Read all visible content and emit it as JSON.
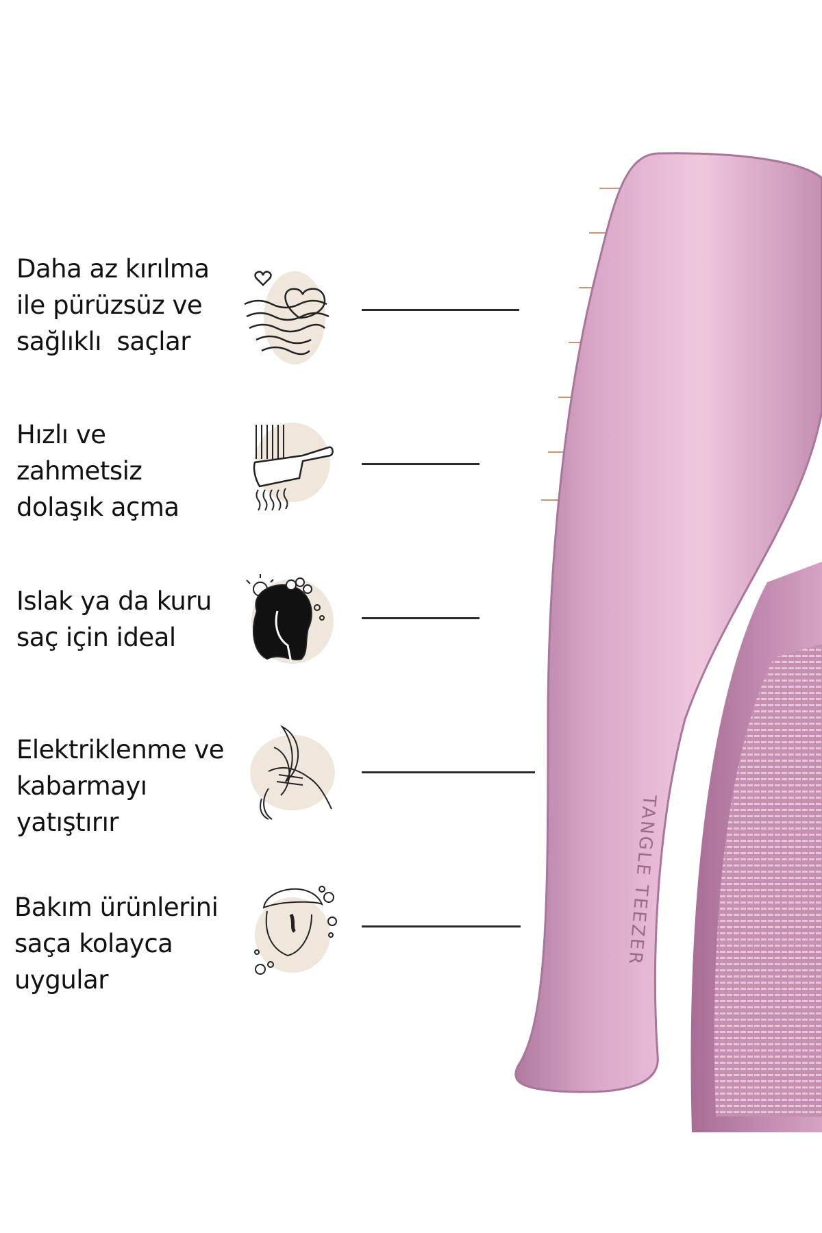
{
  "features": [
    {
      "lines": [
        "Daha az kırılma",
        "ile pürüzsüz ve",
        "sağlıklı  saçlar"
      ],
      "icon": "heart-waves-icon"
    },
    {
      "lines": [
        "Hızlı ve",
        "zahmetsiz",
        "dolaşık açma"
      ],
      "icon": "brush-detangle-icon"
    },
    {
      "lines": [
        "Islak ya da kuru",
        "saç için ideal"
      ],
      "icon": "wet-hair-woman-icon"
    },
    {
      "lines": [
        "Elektriklenme ve",
        "kabarmayı",
        "yatıştırır"
      ],
      "icon": "hand-hair-icon"
    },
    {
      "lines": [
        "Bakım ürünlerini",
        "saça kolayca",
        "uygular"
      ],
      "icon": "towel-head-icon"
    }
  ],
  "product": {
    "brand_engraving": "TANGLE TEEZER"
  },
  "colors": {
    "blob": "#efe6dc",
    "brush": "#d9a6c8",
    "text": "#111111"
  }
}
